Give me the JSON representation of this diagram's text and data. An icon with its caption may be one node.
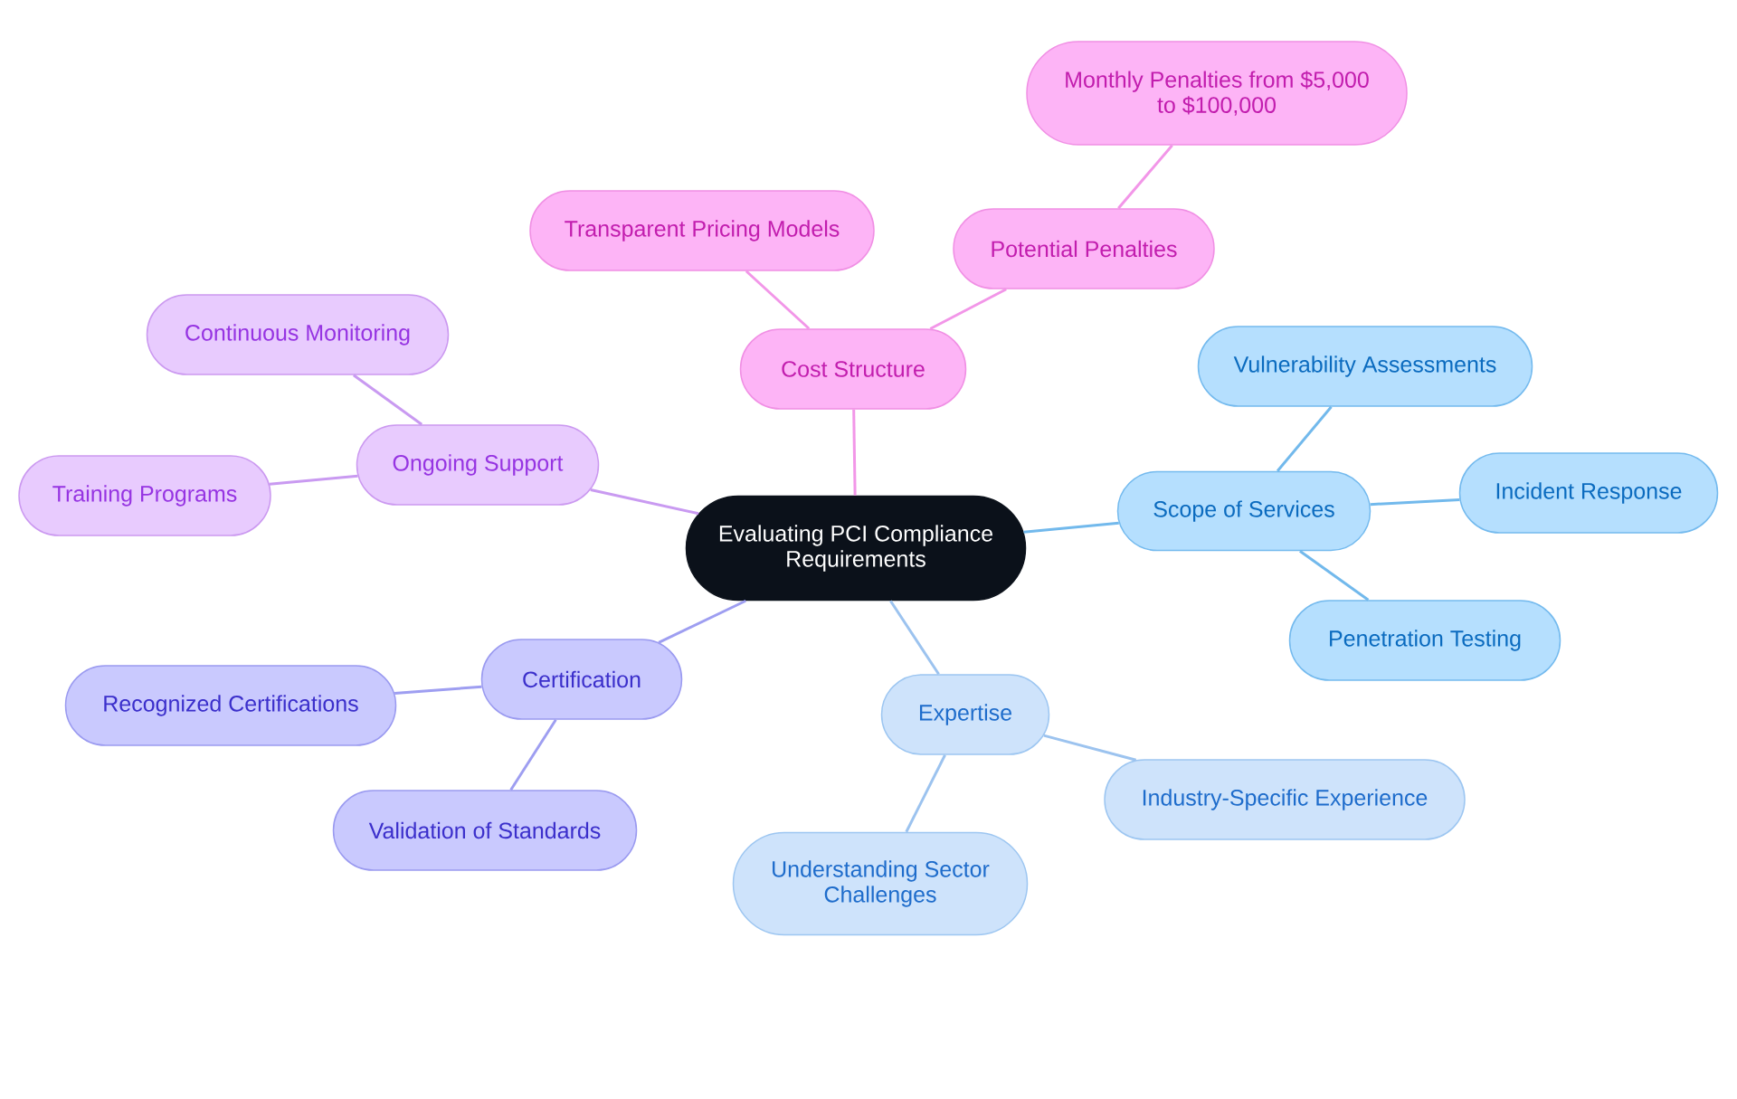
{
  "diagram": {
    "nodes": [
      {
        "text": [
          "Evaluating PCI Compliance Requirements"
        ]
      },
      {
        "text": [
          "Cost Structure"
        ]
      },
      {
        "text": [
          "Transparent Pricing Models"
        ]
      },
      {
        "text": [
          "Potential Penalties"
        ]
      },
      {
        "text": [
          "Monthly Penalties from $5,000 to $100,000"
        ]
      },
      {
        "text": [
          "Scope of Services"
        ]
      },
      {
        "text": [
          "Vulnerability Assessments"
        ]
      },
      {
        "text": [
          "Incident Response"
        ]
      },
      {
        "text": [
          "Penetration Testing"
        ]
      },
      {
        "text": [
          "Expertise"
        ]
      },
      {
        "text": [
          "Industry-Specific Experience"
        ]
      },
      {
        "text": [
          "Understanding Sector Challenges"
        ]
      },
      {
        "text": [
          "Certification"
        ]
      },
      {
        "text": [
          "Recognized Certifications"
        ]
      },
      {
        "text": [
          "Validation of Standards"
        ]
      },
      {
        "text": [
          "Ongoing Support"
        ]
      },
      {
        "text": [
          "Continuous Monitoring"
        ]
      },
      {
        "text": [
          "Training Programs"
        ]
      }
    ],
    "edges": [
      {
        "from": 0,
        "to": 1,
        "arrow": "none",
        "color": "#f296e8"
      },
      {
        "from": 1,
        "to": 2,
        "arrow": "none",
        "color": "#f296e8"
      },
      {
        "from": 1,
        "to": 3,
        "arrow": "none",
        "color": "#f296e8"
      },
      {
        "from": 3,
        "to": 4,
        "arrow": "none",
        "color": "#f296e8"
      },
      {
        "from": 0,
        "to": 5,
        "arrow": "none",
        "color": "#72b9ec"
      },
      {
        "from": 5,
        "to": 6,
        "arrow": "none",
        "color": "#72b9ec"
      },
      {
        "from": 5,
        "to": 7,
        "arrow": "none",
        "color": "#72b9ec"
      },
      {
        "from": 5,
        "to": 8,
        "arrow": "none",
        "color": "#72b9ec"
      },
      {
        "from": 0,
        "to": 9,
        "arrow": "none",
        "color": "#9cc3ef"
      },
      {
        "from": 9,
        "to": 10,
        "arrow": "none",
        "color": "#9cc3ef"
      },
      {
        "from": 9,
        "to": 11,
        "arrow": "none",
        "color": "#9cc3ef"
      },
      {
        "from": 0,
        "to": 12,
        "arrow": "none",
        "color": "#9e9ef1"
      },
      {
        "from": 12,
        "to": 13,
        "arrow": "none",
        "color": "#9e9ef1"
      },
      {
        "from": 12,
        "to": 14,
        "arrow": "none",
        "color": "#9e9ef1"
      },
      {
        "from": 0,
        "to": 15,
        "arrow": "none",
        "color": "#c99af1"
      },
      {
        "from": 15,
        "to": 16,
        "arrow": "none",
        "color": "#c99af1"
      },
      {
        "from": 15,
        "to": 17,
        "arrow": "none",
        "color": "#c99af1"
      }
    ]
  }
}
